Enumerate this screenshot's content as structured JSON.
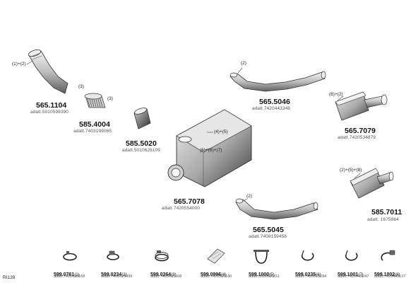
{
  "diagram_code": "RI139",
  "parts": [
    {
      "id": "p1",
      "number": "565.1104",
      "adatt": "adatt.5010599390",
      "annotation": "(1)+(2)",
      "icon": "exhaust-pipe-bent-icon"
    },
    {
      "id": "p2",
      "number": "585.4004",
      "adatt": "adatt.7403199065",
      "annotation": "(3)",
      "icon": "flex-hose-icon"
    },
    {
      "id": "p3",
      "number": "585.5020",
      "adatt": "adatt.5010626109",
      "annotation": "",
      "icon": "pipe-sleeve-icon"
    },
    {
      "id": "p4",
      "number": "565.7078",
      "adatt": "adatt.7420554000",
      "annotation": "(4)+(5)",
      "annotation2": "(6)+(6)+(7)",
      "icon": "main-muffler-icon"
    },
    {
      "id": "p5",
      "number": "565.5046",
      "adatt": "adatt.7420443348",
      "annotation": "(2)",
      "icon": "long-pipe-icon"
    },
    {
      "id": "p6",
      "number": "565.7079",
      "adatt": "adatt.7420534879",
      "annotation": "(8)+(2)",
      "icon": "muffler-tailpipe-icon"
    },
    {
      "id": "p7",
      "number": "585.7011",
      "adatt": "adatt. 1675864",
      "annotation": "(2)+(5)+(8)",
      "icon": "rear-muffler-icon"
    },
    {
      "id": "p8",
      "number": "565.5045",
      "adatt": "adatt.7408159458",
      "annotation": "(2)",
      "icon": "long-pipe-icon"
    }
  ],
  "small_parts": [
    {
      "number": "599.0761",
      "qty": "(1)",
      "adatt": "adatt.7401638168",
      "icon": "clamp-ring-icon"
    },
    {
      "number": "599.0234",
      "qty": "(2)",
      "adatt": "adatt.7401629499",
      "icon": "band-clamp-icon"
    },
    {
      "number": "599.0264",
      "qty": "(3)",
      "adatt": "adatt.7420455908",
      "icon": "hose-clamp-icon"
    },
    {
      "number": "599.0996",
      "qty": "(4)",
      "adatt": "adatt.7420506180",
      "icon": "gasket-sleeve-icon"
    },
    {
      "number": "599.1000",
      "qty": "(5)",
      "adatt": "adatt.5010606811",
      "icon": "u-bolt-clamp-icon"
    },
    {
      "number": "599.0235",
      "qty": "(6)",
      "adatt": "adatt.7420510284",
      "icon": "open-clamp-icon"
    },
    {
      "number": "599.1001",
      "qty": "(7)",
      "adatt": "adatt.7420443247",
      "icon": "open-clamp-icon"
    },
    {
      "number": "599.1002",
      "qty": "(8)",
      "adatt": "adatt.7420443127",
      "icon": "bracket-clamp-icon"
    }
  ]
}
